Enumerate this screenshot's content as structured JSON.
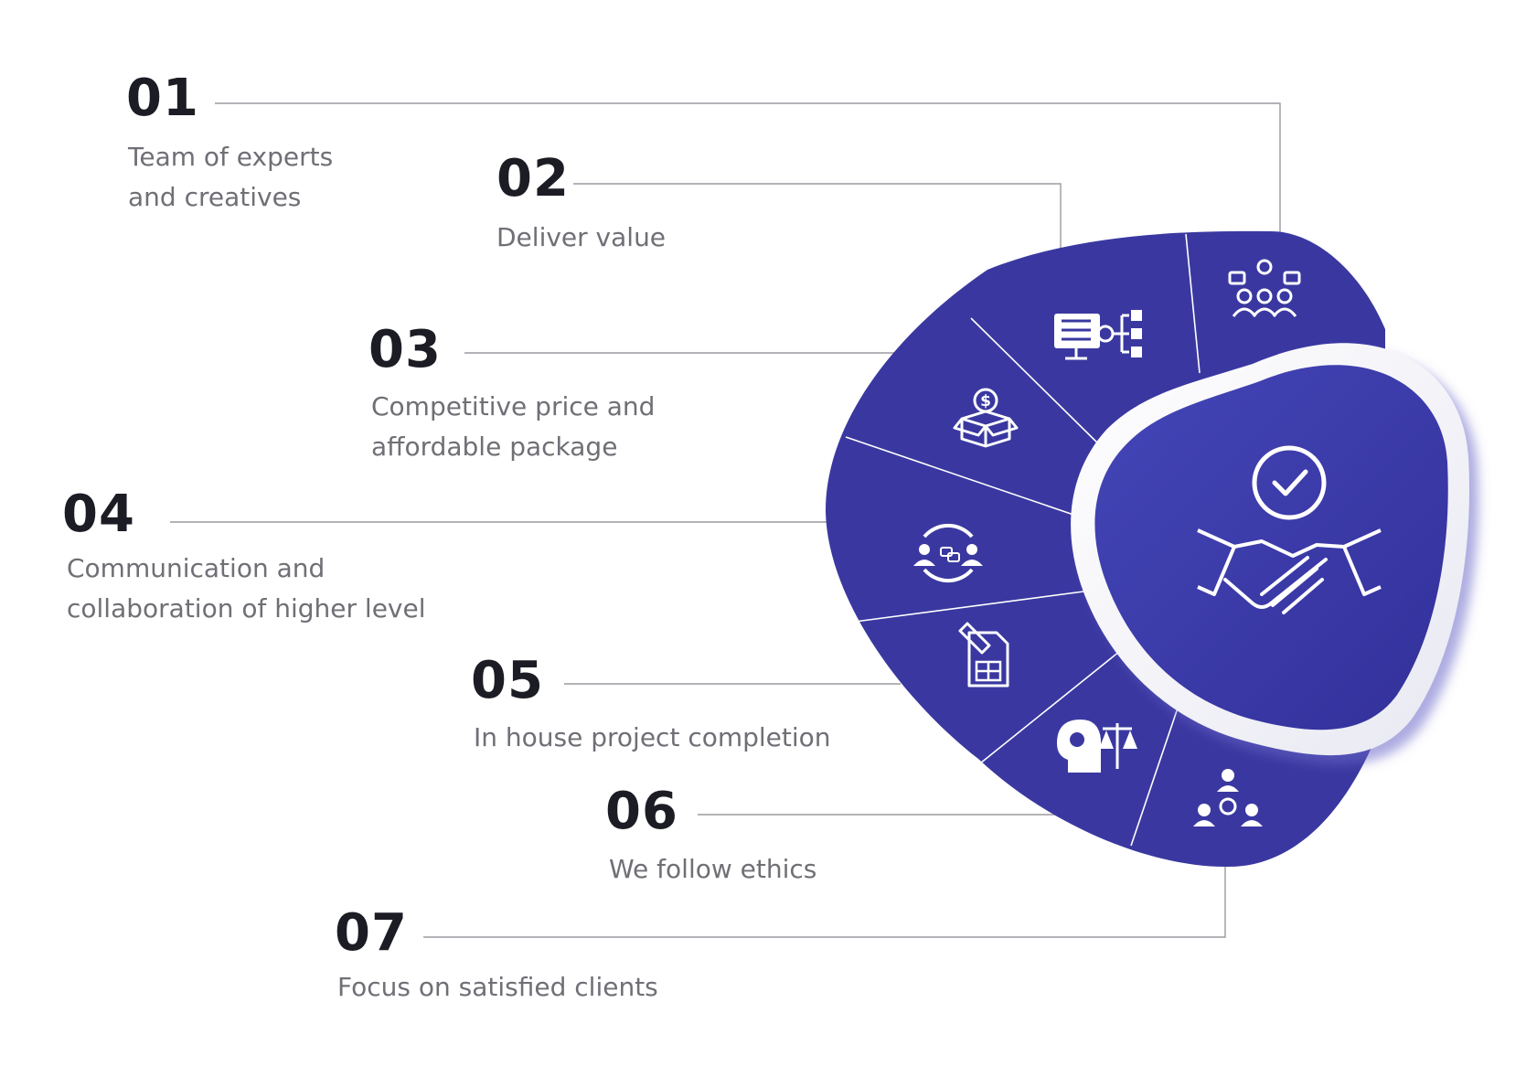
{
  "items": [
    {
      "number": "01",
      "lines": [
        "Team of experts",
        "and creatives"
      ]
    },
    {
      "number": "02",
      "lines": [
        "Deliver value"
      ]
    },
    {
      "number": "03",
      "lines": [
        "Competitive price and",
        "affordable package"
      ]
    },
    {
      "number": "04",
      "lines": [
        "Communication and",
        "collaboration of higher level"
      ]
    },
    {
      "number": "05",
      "lines": [
        "In house project completion"
      ]
    },
    {
      "number": "06",
      "lines": [
        "We follow ethics"
      ]
    },
    {
      "number": "07",
      "lines": [
        "Focus on satisfied clients"
      ]
    }
  ],
  "segments": [
    {
      "icon": "team-ideas-icon"
    },
    {
      "icon": "monitor-checklist-icon"
    },
    {
      "icon": "dollar-box-icon"
    },
    {
      "icon": "communication-cycle-icon"
    },
    {
      "icon": "blueprint-pencil-icon"
    },
    {
      "icon": "ethics-scale-icon"
    },
    {
      "icon": "client-network-icon"
    }
  ],
  "center": {
    "icon": "handshake-check-icon"
  },
  "colors": {
    "segment_fill": "#3a38a0",
    "center_fill": "#3b3aa8",
    "divider": "#ffffff",
    "connector": "#9a9aa0",
    "number_text": "#1c1c24",
    "desc_text": "#6f6f76"
  }
}
